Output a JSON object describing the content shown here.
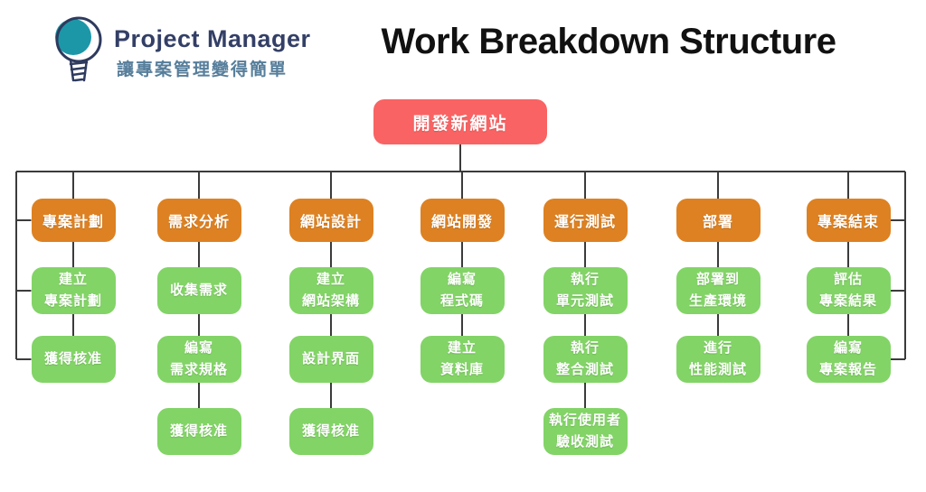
{
  "logo": {
    "brand": "Project Manager",
    "tagline": "讓專案管理變得簡單",
    "icon": "lightbulb-icon",
    "brand_color": "#333F66",
    "tagline_color": "#567E9B",
    "bulb_color": "#1C97A8"
  },
  "title": "Work Breakdown Structure",
  "diagram": {
    "root": {
      "label": "開發新網站"
    },
    "colors": {
      "root": "#F96363",
      "phase": "#DD8122",
      "task": "#82D466",
      "line": "#3B3B3B",
      "box_text": "#FFFFFF"
    },
    "columns": [
      {
        "phase": "專案計劃",
        "rail": "left",
        "tasks": [
          "建立\n專案計劃",
          "獲得核准"
        ]
      },
      {
        "phase": "需求分析",
        "rail": "none",
        "tasks": [
          "收集需求",
          "編寫\n需求規格",
          "獲得核准"
        ]
      },
      {
        "phase": "網站設計",
        "rail": "none",
        "tasks": [
          "建立\n網站架構",
          "設計界面",
          "獲得核准"
        ]
      },
      {
        "phase": "網站開發",
        "rail": "none",
        "tasks": [
          "編寫\n程式碼",
          "建立\n資料庫"
        ]
      },
      {
        "phase": "運行測試",
        "rail": "none",
        "tasks": [
          "執行\n單元測試",
          "執行\n整合測試",
          "執行使用者\n驗收測試"
        ]
      },
      {
        "phase": "部署",
        "rail": "none",
        "tasks": [
          "部署到\n生產環境",
          "進行\n性能測試"
        ]
      },
      {
        "phase": "專案結束",
        "rail": "right",
        "tasks": [
          "評估\n專案結果",
          "編寫\n專案報告"
        ]
      }
    ]
  }
}
